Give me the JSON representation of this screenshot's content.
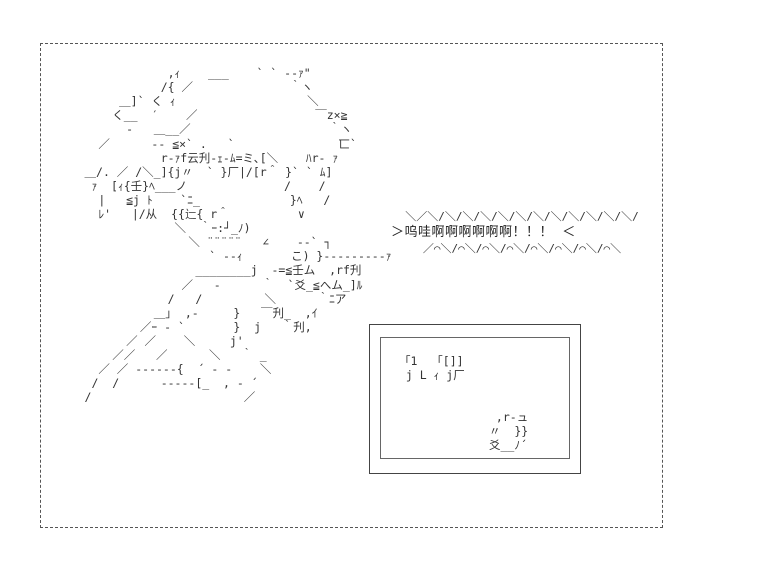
{
  "ascii_art": {
    "lines": [
      "",
      "                  ,ｨ    ___    ` ` -‐ｧ\"",
      "                 /{ ／              ｀ヽ",
      "           ＿]` く ｨ                   ＼",
      "          く__  ′    ／                 ￣z×≧",
      "            ‐   ＿__／                    ｀ヽ",
      "        ／      ‐‐ ≦×` .   `               匸`",
      "                 r‐ｧf云刋-ｪ-ﾑ=ミ､[＼    ﾊr‐ ｧ",
      "      ＿/. ／ /＼_]{j〃  ` }厂|/[r＾ }` ` ﾑ]",
      "       ｧ  [ｨ{壬}ﾍ___ノ              /    /",
      "        |   ≦j ﾄ    `ﾆ_             }ﾍ   /",
      "        ﾚ'   |/从  {{辷{ r＾          ∨",
      "                   ＼  ｀ｰ:┘_ﾉ)",
      "                     ＼ ¨¨¨¨¨   ∠    -‐` ┐",
      "                        ` ‐‐ｨ       こ) }‐‐‐‐‐‐‐‐‐ｧ",
      "                      ________j  ‐=≦壬ム  ,rf刋",
      "                    ／   ‐      ｀  `爻_≦へム_]ﾙ",
      "                  /   /         ＼      ｀ﾆア",
      "                ＿｣  ,‐     }   ￣刋_  ,ｲ",
      "              ／ｰ ‐ `       }  j   ｀刋,",
      "            ／ ／    ＼     j'",
      "          ／／   ／      ＼   ｀ _",
      "        ／ ／ ‐‐‐‐‐‐{  ´ ‐ ‐    ＼",
      "       /  /      ‐‐‐‐‐[_  , ‐ ´",
      "      /                      ／"
    ],
    "monitor_lines": [
      "「1  「[]]",
      " j L ｨ j厂",
      "",
      "",
      "              ,r‐ュ",
      "             〃  }}",
      "             爻__ﾉ´"
    ]
  },
  "shout": {
    "top": "＼／＼/＼/＼/＼/＼/＼/＼/＼/＼/＼/＼/＼/",
    "text": "＞呜哇啊啊啊啊啊啊！！！  ＜",
    "bottom": "／⌒＼/⌒＼/⌒＼/⌒＼/⌒＼/⌒＼/⌒＼/⌒＼"
  }
}
